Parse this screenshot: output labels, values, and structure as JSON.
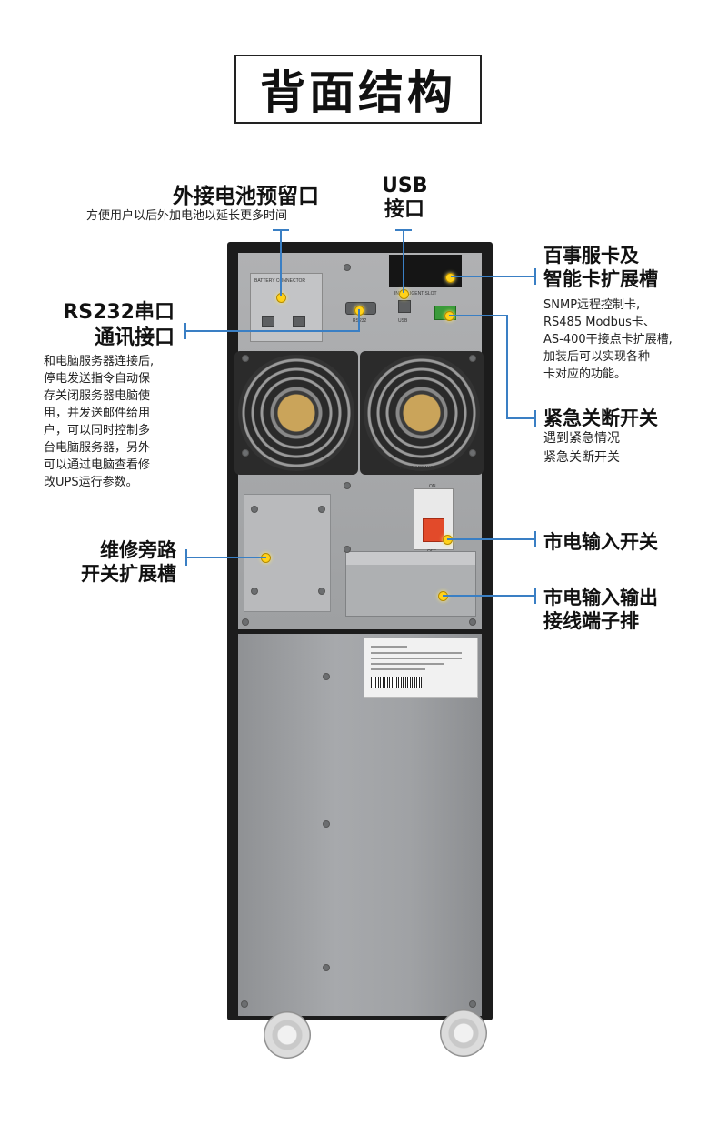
{
  "title": "背面结构",
  "callouts": {
    "battery": {
      "label": "外接电池预留口",
      "desc": "方便用户以后外加电池以延长更多时间"
    },
    "usb": {
      "label_line1": "USB",
      "label_line2": "接口"
    },
    "slot": {
      "label_line1": "百事服卡及",
      "label_line2": "智能卡扩展槽",
      "desc": [
        "SNMP远程控制卡,",
        "RS485 Modbus卡、",
        "AS-400干接点卡扩展槽,",
        "加装后可以实现各种",
        "卡对应的功能。"
      ]
    },
    "rs232": {
      "label_line1": "RS232串口",
      "label_line2": "通讯接口",
      "desc": [
        "和电脑服务器连接后,",
        "停电发送指令自动保",
        "存关闭服务器电脑使",
        "用，并发送邮件给用",
        "户，可以同时控制多",
        "台电脑服务器，另外",
        "可以通过电脑查看修",
        "改UPS运行参数。"
      ]
    },
    "epo": {
      "label": "紧急关断开关",
      "desc": [
        "遇到紧急情况",
        "紧急关断开关"
      ]
    },
    "bypass": {
      "label_line1": "维修旁路",
      "label_line2": "开关扩展槽"
    },
    "mains_switch": {
      "label": "市电输入开关"
    },
    "terminal": {
      "label_line1": "市电输入输出",
      "label_line2": "接线端子排"
    }
  },
  "device_text": {
    "battery_connector": "BATTERY CONNECTOR",
    "intelligent_slot": "INTELLIGENT SLOT",
    "rs232": "RS232",
    "usb": "USB",
    "input_breaker": "INPUT BREAKER",
    "on": "ON",
    "off": "OFF"
  },
  "colors": {
    "accent_line": "#3a7fc4",
    "indicator_dot": "#ffd21a",
    "breaker_red": "#e24a2a"
  }
}
